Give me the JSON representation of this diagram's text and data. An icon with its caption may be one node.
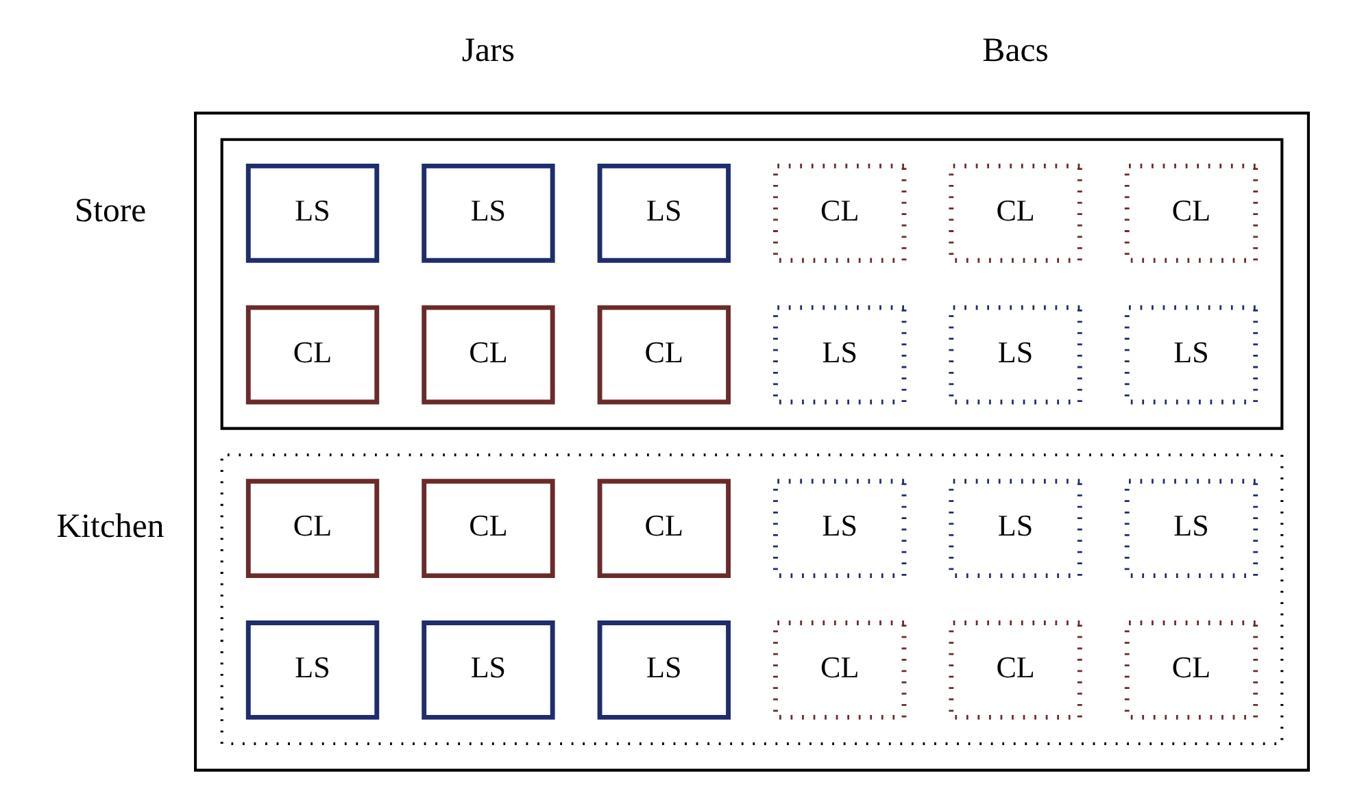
{
  "diagram": {
    "nodes": [
      {
        "text": [],
        "shape": "box"
      },
      {
        "text": [],
        "shape": "box",
        "in": 0
      },
      {
        "text": [
          "LS"
        ],
        "in": 1
      },
      {
        "text": [
          "LS"
        ],
        "in": 1
      },
      {
        "text": [
          "LS"
        ],
        "in": 1
      },
      {
        "text": [
          "CL"
        ],
        "in": 1
      },
      {
        "text": [
          "CL"
        ],
        "in": 1
      },
      {
        "text": [
          "CL"
        ],
        "in": 1
      },
      {
        "text": [
          "CL"
        ],
        "in": 1
      },
      {
        "text": [
          "CL"
        ],
        "in": 1
      },
      {
        "text": [
          "CL"
        ],
        "in": 1
      },
      {
        "text": [
          "LS"
        ],
        "in": 1
      },
      {
        "text": [
          "LS"
        ],
        "in": 1
      },
      {
        "text": [
          "LS"
        ],
        "in": 1
      },
      {
        "text": [],
        "shape": "box",
        "in": 0
      },
      {
        "text": [
          "CL"
        ],
        "in": 14
      },
      {
        "text": [
          "CL"
        ],
        "in": 14
      },
      {
        "text": [
          "CL"
        ],
        "in": 14
      },
      {
        "text": [
          "LS"
        ],
        "in": 14
      },
      {
        "text": [
          "LS"
        ],
        "in": 14
      },
      {
        "text": [
          "LS"
        ],
        "in": 14
      },
      {
        "text": [
          "LS"
        ],
        "in": 14
      },
      {
        "text": [
          "LS"
        ],
        "in": 14
      },
      {
        "text": [
          "LS"
        ],
        "in": 14
      },
      {
        "text": [
          "CL"
        ],
        "in": 14
      },
      {
        "text": [
          "CL"
        ],
        "in": 14
      },
      {
        "text": [
          "CL"
        ],
        "in": 14
      }
    ],
    "edges": [],
    "labels": [
      "Jars",
      "Bacs",
      "Store",
      "Kitchen"
    ]
  }
}
